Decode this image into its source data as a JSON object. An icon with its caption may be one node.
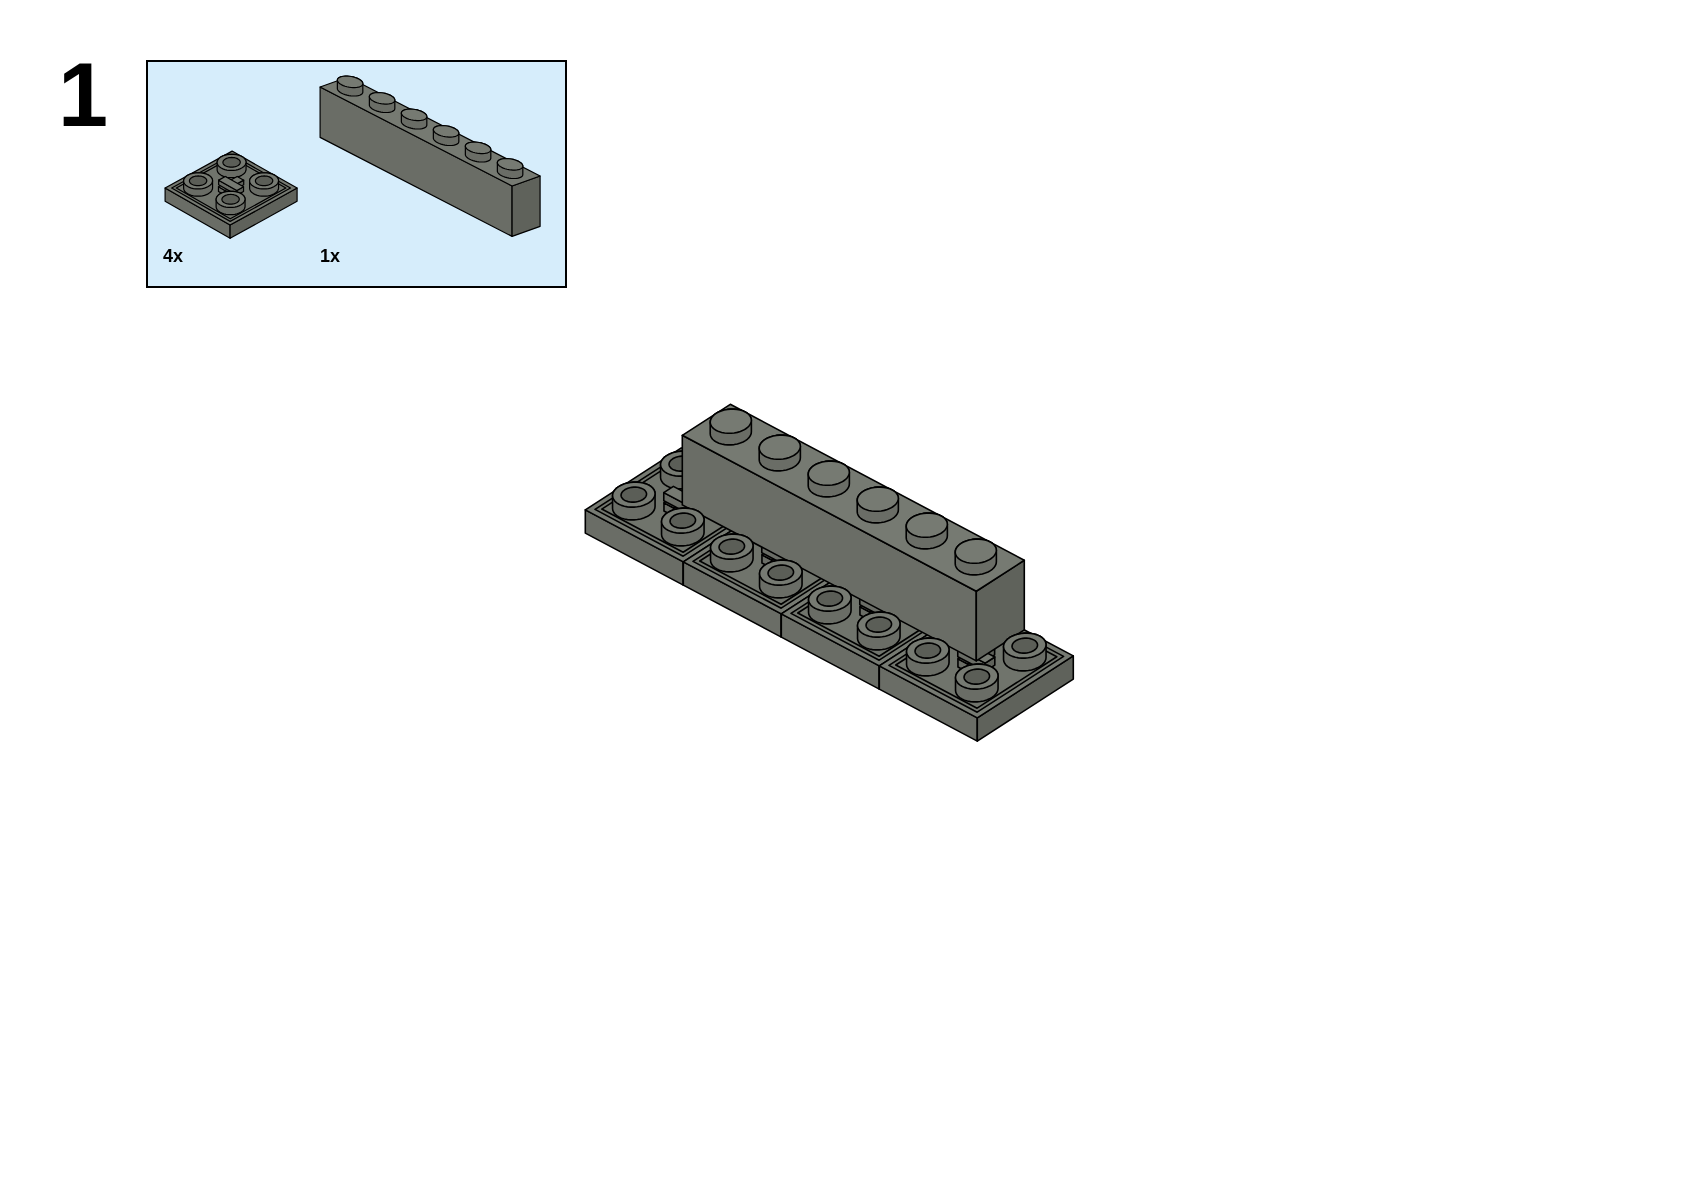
{
  "diagram": {
    "nodes": [
      {
        "text": [
          "4x",
          "1x"
        ]
      }
    ],
    "labels": [
      "1"
    ]
  }
}
